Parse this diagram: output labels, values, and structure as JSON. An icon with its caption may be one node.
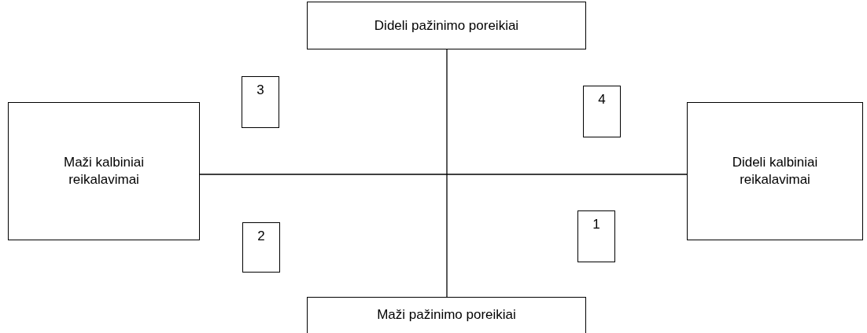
{
  "diagram": {
    "nodes": [
      {
        "text": [
          "Dideli pažinimo poreikiai"
        ]
      },
      {
        "text": [
          "3"
        ]
      },
      {
        "text": [
          "4"
        ]
      },
      {
        "text": [
          "Maži kalbiniai reikalavimai"
        ]
      },
      {
        "text": [
          "Dideli kalbiniai reikalavimai"
        ]
      },
      {
        "text": [
          "1"
        ]
      },
      {
        "text": [
          "2"
        ]
      },
      {
        "text": [
          "Maži pažinimo poreikiai"
        ]
      }
    ],
    "edges": [
      {
        "from": 0,
        "to": 7,
        "arrow": "none"
      },
      {
        "from": 3,
        "to": 4,
        "arrow": "none"
      }
    ]
  }
}
